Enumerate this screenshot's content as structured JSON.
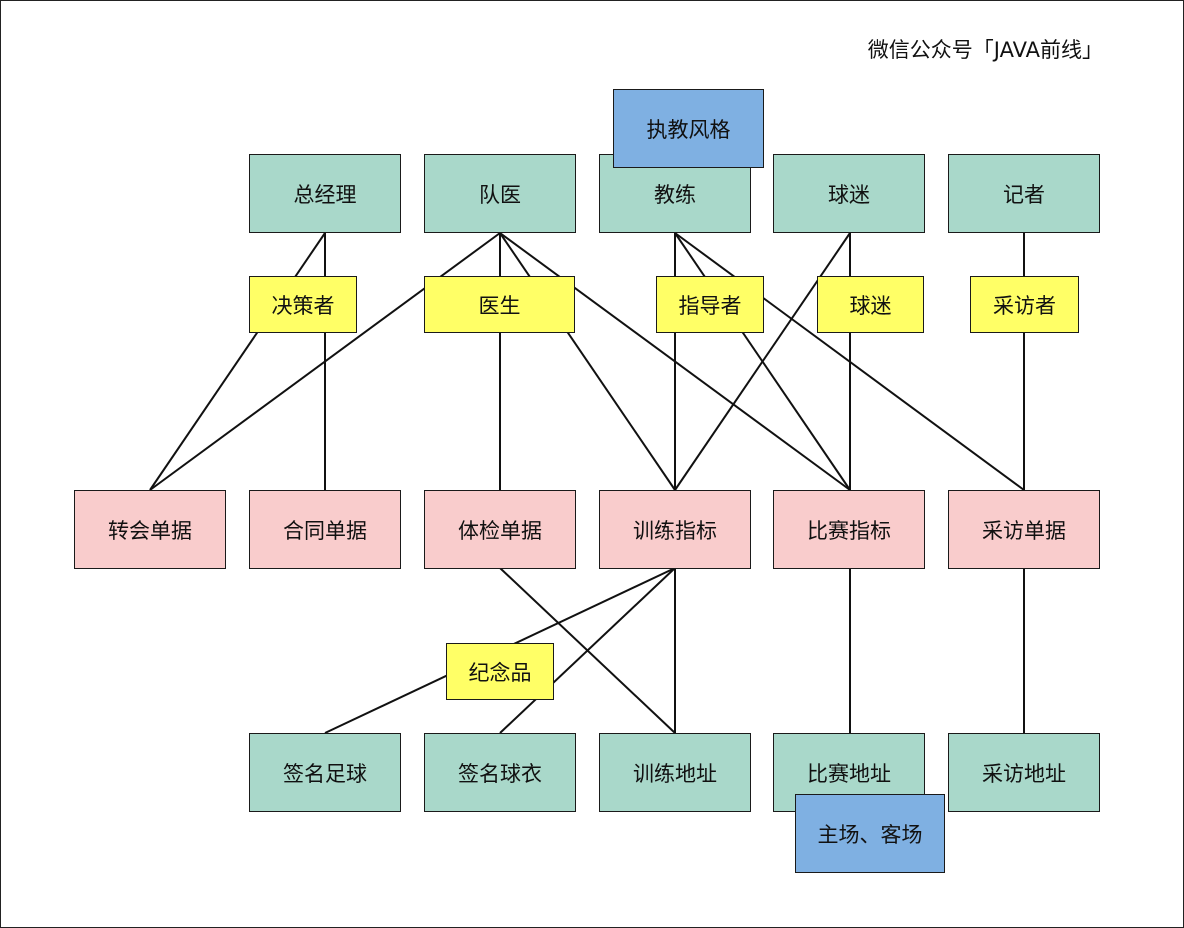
{
  "watermark": "微信公众号「JAVA前线」",
  "roles": {
    "gm": "总经理",
    "doctor": "队医",
    "coach": "教练",
    "fan": "球迷",
    "reporter": "记者"
  },
  "docs": {
    "transfer": "转会单据",
    "contract": "合同单据",
    "physical": "体检单据",
    "training_metric": "训练指标",
    "match_metric": "比赛指标",
    "interview": "采访单据"
  },
  "items": {
    "signed_ball": "签名足球",
    "signed_jersey": "签名球衣",
    "training_addr": "训练地址",
    "match_addr": "比赛地址",
    "interview_addr": "采访地址"
  },
  "relations": {
    "decision_maker": "决策者",
    "physician": "医生",
    "instructor": "指导者",
    "fan": "球迷",
    "interviewer": "采访者",
    "souvenir": "纪念品"
  },
  "notes": {
    "coaching_style": "执教风格",
    "home_away": "主场、客场"
  }
}
